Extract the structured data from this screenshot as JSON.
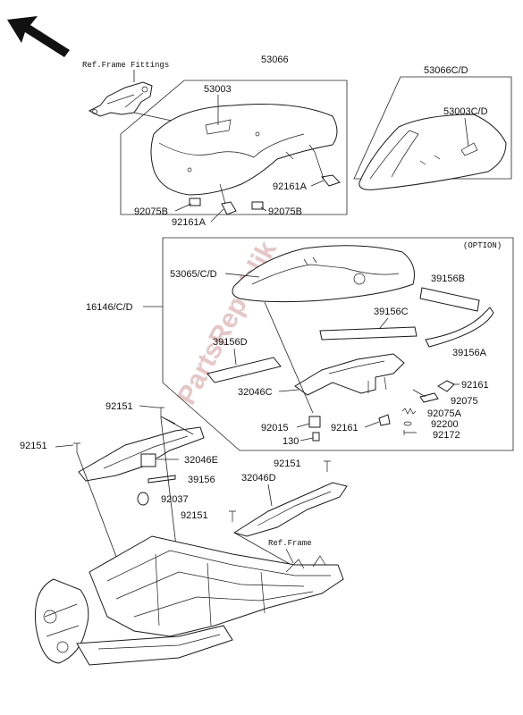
{
  "watermark": "PartsRepublik",
  "ref_labels": {
    "frame_fittings": "Ref.Frame Fittings",
    "frame": "Ref.Frame",
    "option": "(OPTION)"
  },
  "parts": {
    "p53066": "53066",
    "p53003": "53003",
    "p53066cd": "53066C/D",
    "p53003cd": "53003C/D",
    "p92075b_l": "92075B",
    "p92161a_l": "92161A",
    "p92075b_r": "92075B",
    "p92161a_r": "92161A",
    "p53065": "53065/C/D",
    "p16146": "16146/C/D",
    "p39156b": "39156B",
    "p39156c": "39156C",
    "p39156d": "39156D",
    "p39156a": "39156A",
    "p32046c": "32046C",
    "p92161_r": "92161",
    "p92075": "92075",
    "p92015": "92015",
    "p92161_m": "92161",
    "p92075a": "92075A",
    "p130": "130",
    "p92200": "92200",
    "p92172": "92172",
    "p92151_a": "92151",
    "p92151_b": "92151",
    "p32046e": "32046E",
    "p39156": "39156",
    "p92037": "92037",
    "p92151_c": "92151",
    "p32046d": "32046D",
    "p92151_d": "92151"
  }
}
